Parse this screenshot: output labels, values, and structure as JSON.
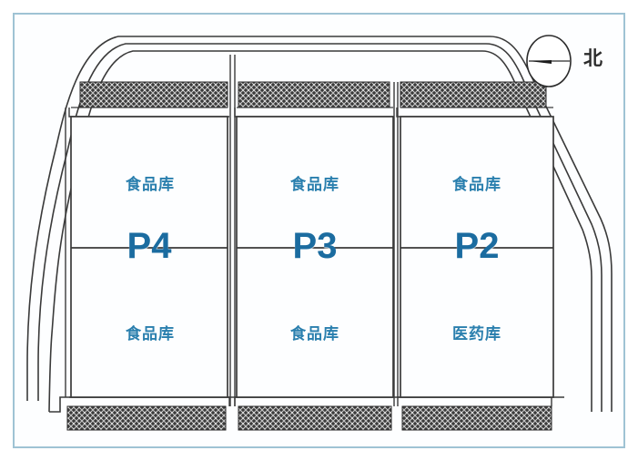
{
  "diagram": {
    "title_visible": false,
    "kind": "warehouse-site-plan",
    "accent_color": "#1b6ca0",
    "label_color": "#2a7fae",
    "frame_color": "#9fc3d4",
    "hatch_color": "#3b3b3b",
    "line_color": "#3a3a3a",
    "background": "#fdfeff"
  },
  "compass": {
    "icon": "compass-north-icon",
    "label": "北"
  },
  "blocks": [
    {
      "code": "P4",
      "upper_label": "食品库",
      "lower_label": "食品库"
    },
    {
      "code": "P3",
      "upper_label": "食品库",
      "lower_label": "食品库"
    },
    {
      "code": "P2",
      "upper_label": "食品库",
      "lower_label": "医药库"
    }
  ],
  "hatched_bands": {
    "name": "loading-dock-band",
    "count_top": 3,
    "count_bottom": 3
  },
  "roads": {
    "name": "perimeter-road",
    "lane_count": 3
  }
}
